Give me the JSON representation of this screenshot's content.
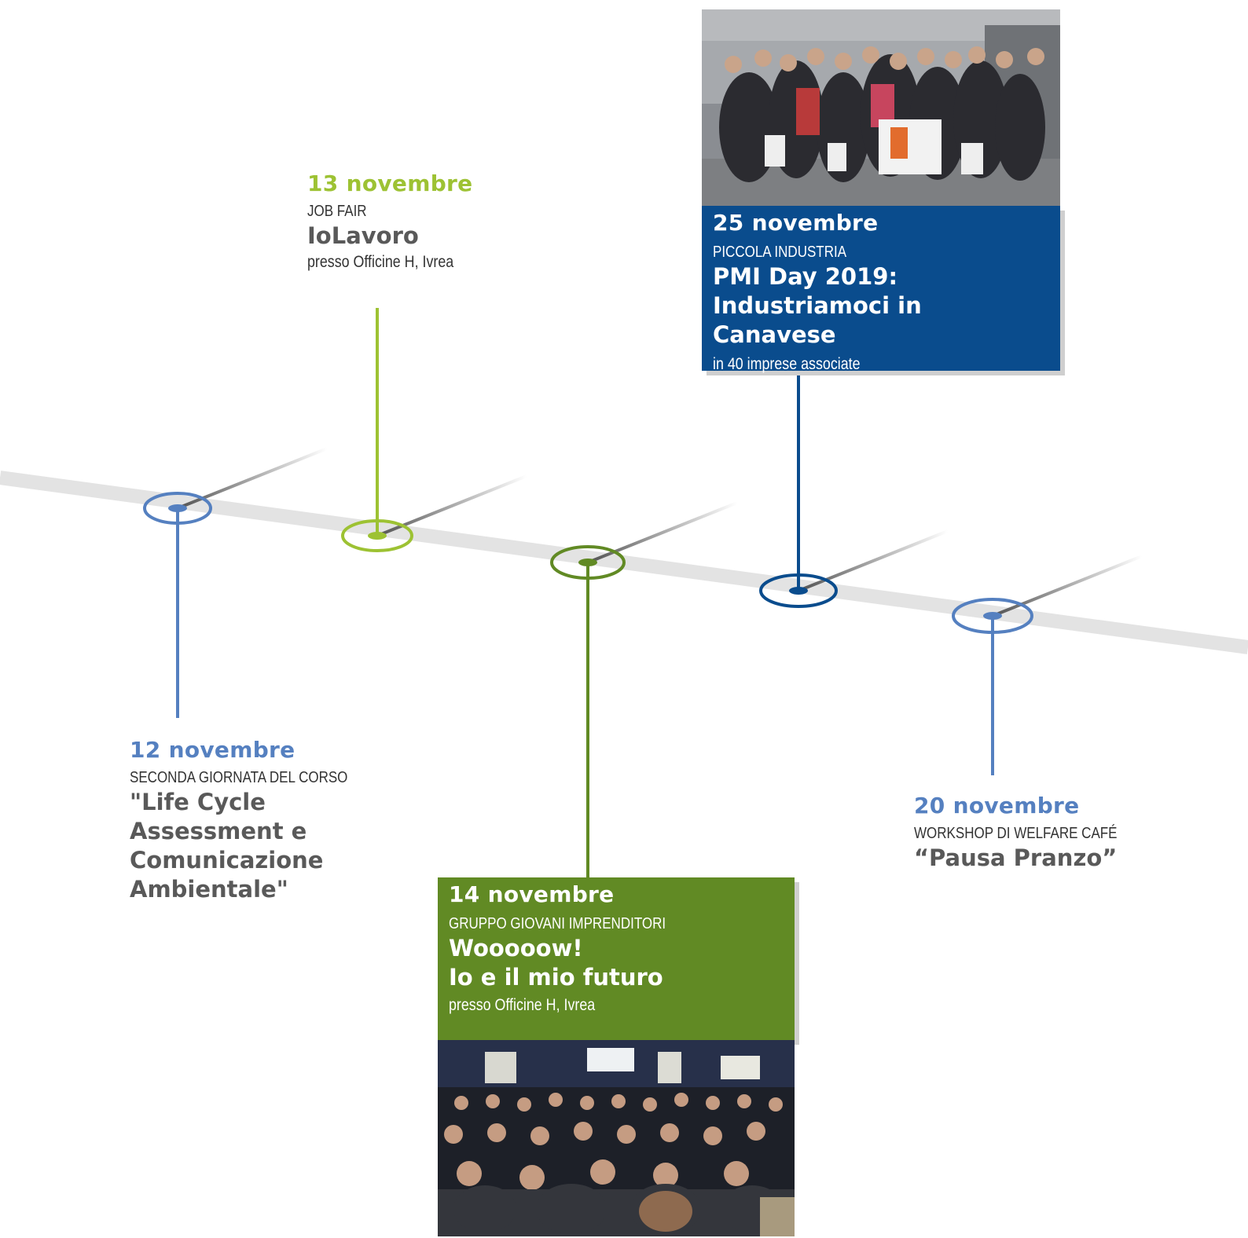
{
  "colors": {
    "track": "#e3e3e3",
    "blue_light": "#5580c0",
    "green_light": "#9dc233",
    "green_dark": "#618a24",
    "blue_dark": "#0a4c8d",
    "text_grey": "#595959"
  },
  "events": [
    {
      "id": "e12",
      "date": "12 novembre",
      "category": "SECONDA GIORNATA DEL CORSO",
      "title": "\"Life Cycle\nAssessment e\nComunicazione\nAmbientale\"",
      "subtitle": "",
      "color": "#5580c0"
    },
    {
      "id": "e13",
      "date": "13 novembre",
      "category": "JOB FAIR",
      "title": "IoLavoro",
      "subtitle": "presso Officine H, Ivrea",
      "color": "#9dc233"
    },
    {
      "id": "e14",
      "date": "14 novembre",
      "category": "GRUPPO GIOVANI IMPRENDITORI",
      "title": "Wooooow!\nIo e il mio futuro",
      "subtitle": "presso Officine H, Ivrea",
      "color": "#618a24",
      "photo": "conference-audience-photo"
    },
    {
      "id": "e25",
      "date": "25 novembre",
      "category": "PICCOLA INDUSTRIA",
      "title": "PMI Day 2019:\nIndustriamoci in Canavese",
      "subtitle": "in 40 imprese associate",
      "color": "#0a4c8d",
      "photo": "group-of-students-photo"
    },
    {
      "id": "e20",
      "date": "20 novembre",
      "category": "WORKSHOP DI WELFARE CAFÉ",
      "title": "“Pausa Pranzo”",
      "subtitle": "",
      "color": "#5580c0"
    }
  ]
}
